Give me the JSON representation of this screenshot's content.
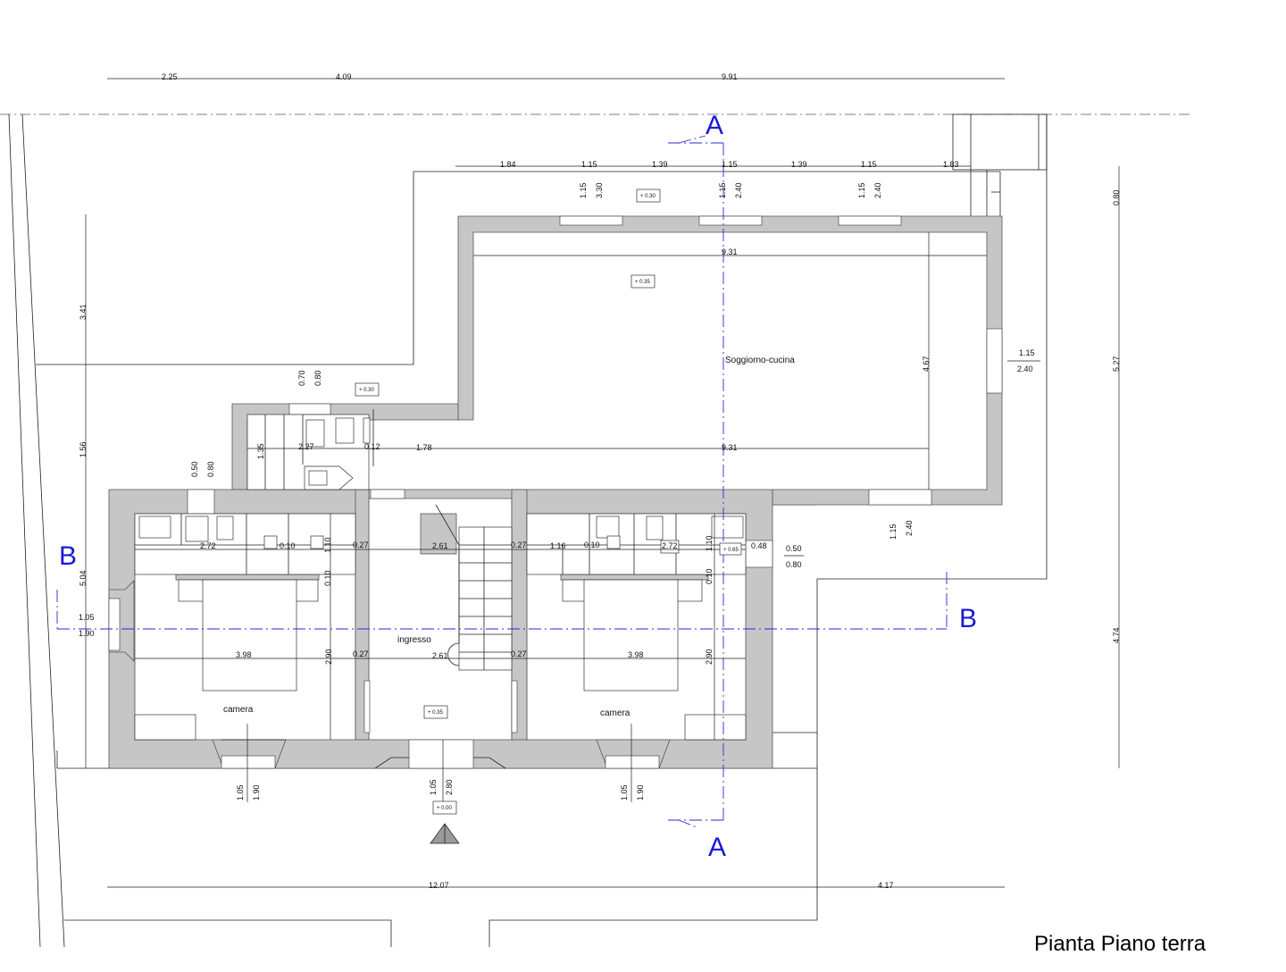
{
  "title": "Pianta Piano terra",
  "sections": {
    "a_top": "A",
    "a_bottom": "A",
    "b_left": "B",
    "b_right": "B"
  },
  "rooms": {
    "living": "Soggiorno-cucina",
    "entrance": "ingresso",
    "bedroom_left": "camera",
    "bedroom_right": "camera"
  },
  "levels": {
    "yard_top": "+ 0.30",
    "living": "+ 0.35",
    "terrace": "+ 0.30",
    "entrance": "+ 0.35",
    "outside": "+ 0.00",
    "bath_right": "+ 0.65"
  },
  "dimensions": {
    "top_overall": [
      "2.25",
      "4.09",
      "9.91"
    ],
    "top_facade": [
      "1.84",
      "1.15",
      "1.39",
      "1.15",
      "1.39",
      "1.15",
      "1.83"
    ],
    "window_top_1": [
      "1.15",
      "3.30"
    ],
    "window_top_2": [
      "1.15",
      "2.40"
    ],
    "window_top_3": [
      "1.15",
      "2.40"
    ],
    "living_width": "9.31",
    "living_width_lower": "9.31",
    "living_depth": "4.67",
    "window_right": [
      "1.15",
      "2.40"
    ],
    "window_bottom_living": [
      "1.15",
      "2.40"
    ],
    "terrace_row": [
      "2.27",
      "0.12",
      "1.78"
    ],
    "kitchen_window": [
      "0.70",
      "0.80"
    ],
    "wc_window": [
      "0.50",
      "0.80"
    ],
    "wc_height": "1.35",
    "bath_row": [
      "2.72",
      "0.10",
      "1.10",
      "0.27",
      "2.61",
      "0.27",
      "1.16",
      "0.10",
      "2.72",
      "1.10",
      "0.48"
    ],
    "bath_right_window": [
      "0.50",
      "0.80"
    ],
    "wall_thk": [
      "0.10",
      "0.10"
    ],
    "bedroom_row": [
      "3.98",
      "0.27",
      "2.61",
      "0.27",
      "3.98"
    ],
    "bedroom_depth": [
      "2.90",
      "2.90"
    ],
    "window_left": [
      "1.05",
      "1.90"
    ],
    "window_bed_left": [
      "1.05",
      "1.90"
    ],
    "door_entrance": [
      "1.05",
      "2.80"
    ],
    "window_bed_right": [
      "1.05",
      "1.90"
    ],
    "left_vertical": [
      "3.41",
      "1.56",
      "5.04"
    ],
    "right_vertical": [
      "0.80",
      "5.27",
      "4.74"
    ],
    "bottom_overall": [
      "12.07",
      "4.17"
    ]
  }
}
